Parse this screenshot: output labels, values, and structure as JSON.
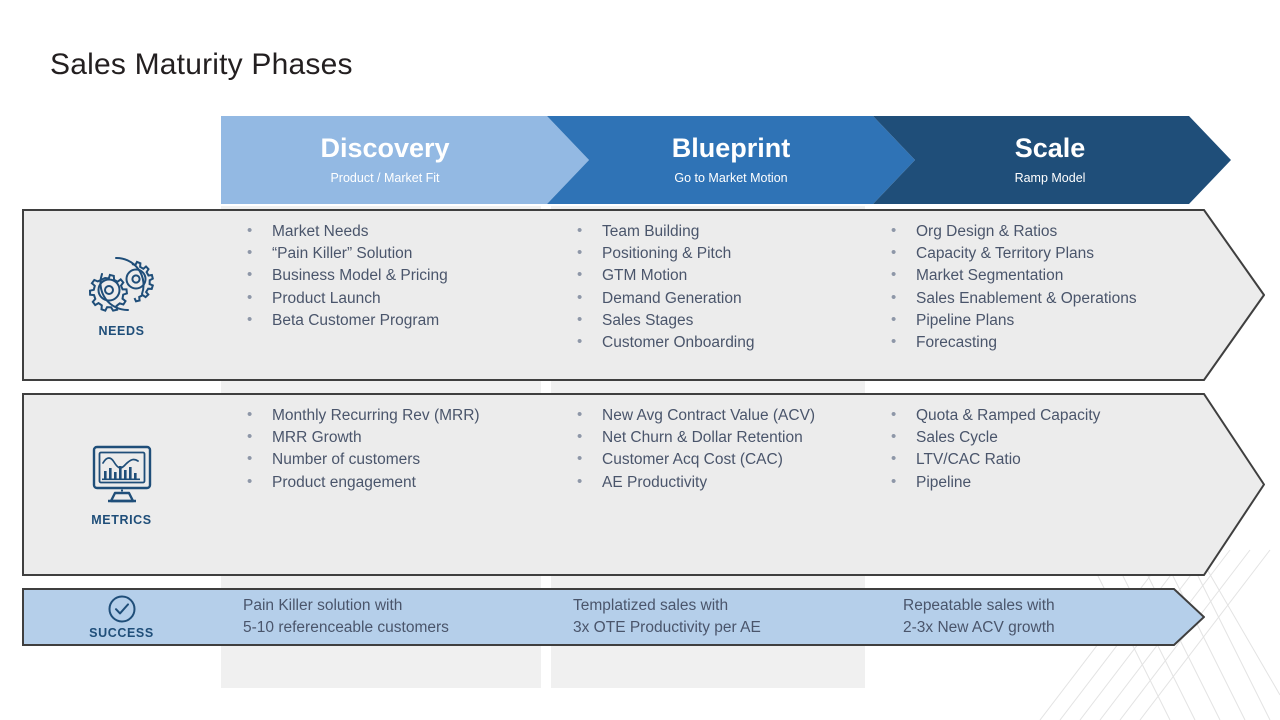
{
  "slide": {
    "title": "Sales Maturity Phases",
    "colors": {
      "discovery": "#93b9e3",
      "blueprint": "#2f73b6",
      "scale": "#1f4e79",
      "row_fill": "#ececec",
      "success_fill": "#b5cfea",
      "row_border": "#3f3f3f",
      "body_text": "#4a556b",
      "label_text": "#1f4e79"
    }
  },
  "phases": [
    {
      "name": "Discovery",
      "subtitle": "Product / Market Fit"
    },
    {
      "name": "Blueprint",
      "subtitle": "Go to Market Motion"
    },
    {
      "name": "Scale",
      "subtitle": "Ramp Model"
    }
  ],
  "rows": [
    {
      "label": "NEEDS",
      "icon": "gears-icon",
      "columns": [
        [
          "Market Needs",
          "“Pain Killer” Solution",
          "Business Model & Pricing",
          "Product Launch",
          "Beta Customer Program"
        ],
        [
          "Team Building",
          "Positioning & Pitch",
          "GTM Motion",
          "Demand Generation",
          "Sales Stages",
          "Customer Onboarding"
        ],
        [
          "Org Design & Ratios",
          "Capacity & Territory Plans",
          "Market Segmentation",
          "Sales Enablement & Operations",
          "Pipeline Plans",
          "Forecasting"
        ]
      ]
    },
    {
      "label": "METRICS",
      "icon": "monitor-chart-icon",
      "columns": [
        [
          "Monthly Recurring Rev (MRR)",
          "MRR Growth",
          "Number of customers",
          "Product engagement"
        ],
        [
          "New Avg Contract Value (ACV)",
          "Net Churn & Dollar Retention",
          "Customer Acq Cost (CAC)",
          "AE Productivity"
        ],
        [
          "Quota & Ramped Capacity",
          "Sales Cycle",
          "LTV/CAC Ratio",
          "Pipeline"
        ]
      ]
    }
  ],
  "success_row": {
    "label": "SUCCESS",
    "icon": "check-circle-icon",
    "columns": [
      {
        "line1": "Pain Killer solution with",
        "line2": "5-10 referenceable customers"
      },
      {
        "line1": "Templatized sales with",
        "line2": "3x OTE Productivity per AE"
      },
      {
        "line1": "Repeatable sales with",
        "line2": "2-3x New ACV growth"
      }
    ]
  }
}
